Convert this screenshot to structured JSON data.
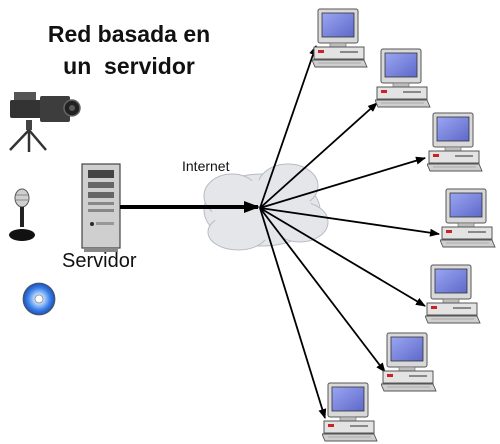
{
  "title": {
    "line1": "Red basada en",
    "line2": "un  servidor"
  },
  "labels": {
    "server": "Servidor",
    "internet": "Internet"
  },
  "icons": [
    "video-camera-icon",
    "microphone-icon",
    "cd-disc-icon",
    "server-tower-icon",
    "cloud-icon",
    "computer-icon"
  ],
  "colors": {
    "arrow": "#000000",
    "monitor_screen": "#7b86e0",
    "computer_body": "#d9d9d9",
    "cloud": "#e4e6ea",
    "cd": "#3a7fe8"
  }
}
